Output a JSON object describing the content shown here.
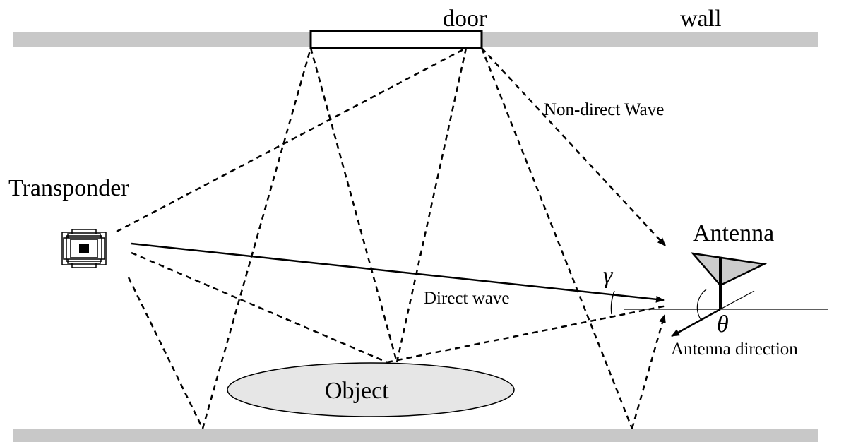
{
  "labels": {
    "door": "door",
    "wall": "wall",
    "non_direct_wave": "Non-direct Wave",
    "transponder": "Transponder",
    "antenna": "Antenna",
    "gamma": "γ",
    "direct_wave": "Direct wave",
    "theta": "θ",
    "antenna_direction": "Antenna direction",
    "object": "Object"
  },
  "colors": {
    "wall": "#c8c8c8",
    "object_fill": "#e6e6e6",
    "antenna_fill": "#cccccc",
    "line": "#000000"
  }
}
